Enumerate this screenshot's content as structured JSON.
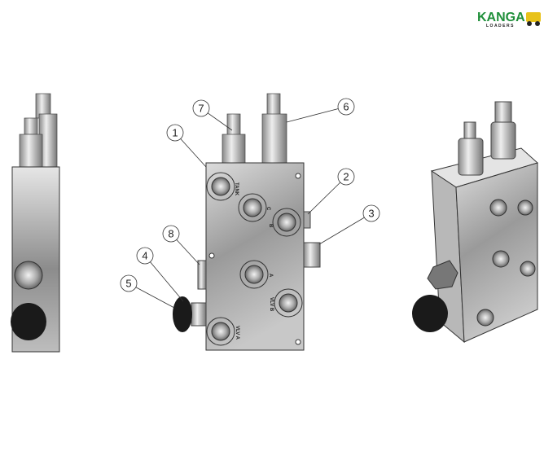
{
  "logo": {
    "name": "KANGA",
    "subtitle": "LOADERS",
    "brand_color": "#1f8f3a",
    "accent_color": "#e8c21a"
  },
  "callouts": [
    {
      "id": "1",
      "label": "1"
    },
    {
      "id": "2",
      "label": "2"
    },
    {
      "id": "3",
      "label": "3"
    },
    {
      "id": "4",
      "label": "4"
    },
    {
      "id": "5",
      "label": "5"
    },
    {
      "id": "6",
      "label": "6"
    },
    {
      "id": "7",
      "label": "7"
    },
    {
      "id": "8",
      "label": "8"
    }
  ],
  "ports": [
    {
      "label": "TANK"
    },
    {
      "label": "C"
    },
    {
      "label": "B"
    },
    {
      "label": "A"
    },
    {
      "label": "VLV B"
    },
    {
      "label": "VLV A"
    }
  ],
  "colors": {
    "body_light": "#d6d6d6",
    "body_dark": "#7a7a7a",
    "knob": "#1a1a1a"
  }
}
